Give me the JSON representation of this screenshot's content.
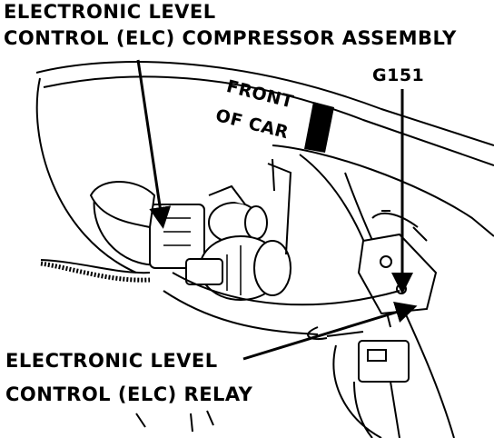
{
  "callouts": {
    "compressor_line1": "ELECTRONIC LEVEL",
    "compressor_line2": "CONTROL (ELC) COMPRESSOR ASSEMBLY",
    "ground_point": "G151",
    "relay_line1": "ELECTRONIC LEVEL",
    "relay_line2": "CONTROL (ELC) RELAY",
    "direction_line1": "FRONT",
    "direction_line2": "OF CAR"
  },
  "colors": {
    "ink": "#000000",
    "paper": "#ffffff"
  },
  "icons": {
    "direction_indicator": "front-of-car-arrow-icon"
  }
}
